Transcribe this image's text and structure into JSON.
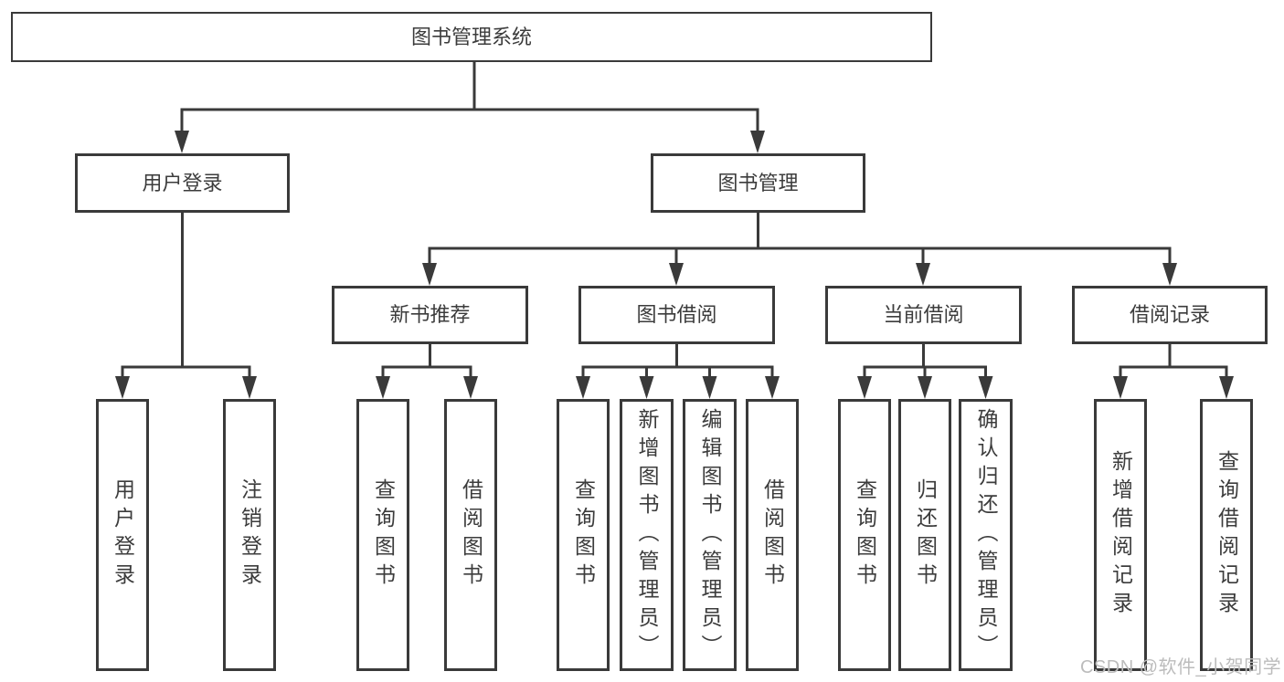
{
  "diagram": {
    "root": {
      "label": "图书管理系统"
    },
    "branches": [
      {
        "label": "用户登录",
        "children": [
          "用户登录",
          "注销登录"
        ]
      },
      {
        "label": "图书管理",
        "children": [
          {
            "label": "新书推荐",
            "children": [
              "查询图书",
              "借阅图书"
            ]
          },
          {
            "label": "图书借阅",
            "children": [
              "查询图书",
              "新增图书（管理员）",
              "编辑图书（管理员）",
              "借阅图书"
            ]
          },
          {
            "label": "当前借阅",
            "children": [
              "查询图书",
              "归还图书",
              "确认归还（管理员）"
            ]
          },
          {
            "label": "借阅记录",
            "children": [
              "新增借阅记录",
              "查询借阅记录"
            ]
          }
        ]
      }
    ]
  },
  "watermark": {
    "text": "CSDN @软件_小贺同学"
  },
  "colors": {
    "line": "#3a3a3a",
    "text": "#3c3c3c",
    "watermark": "#bcbcbc",
    "background": "#ffffff"
  }
}
